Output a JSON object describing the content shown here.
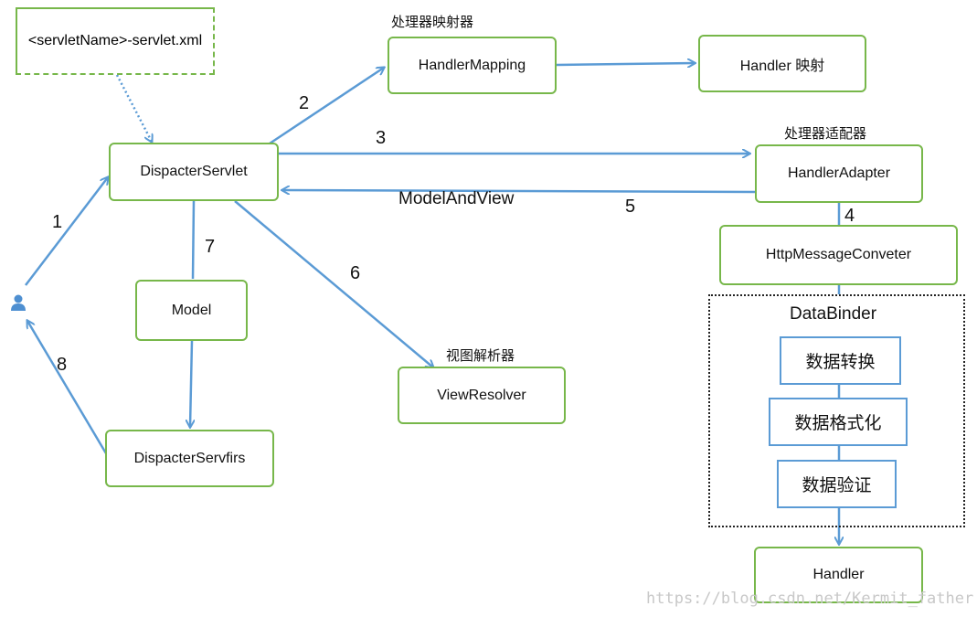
{
  "colors": {
    "box_border": "#77b74a",
    "arrow": "#5b9bd5",
    "dotted_border": "#222222"
  },
  "nodes": {
    "config_file": "<servletName>-servlet.xml",
    "dispatcher_servlet": "DispacterServlet",
    "handler_mapping": "HandlerMapping",
    "handler_mapping_caption": "处理器映射器",
    "handler_map": "Handler 映射",
    "handler_adapter": "HandlerAdapter",
    "handler_adapter_caption": "处理器适配器",
    "http_message_converter": "HttpMessageConveter",
    "model": "Model",
    "dispatcher_servfirs": "DispacterServfirs",
    "view_resolver": "ViewResolver",
    "view_resolver_caption": "视图解析器",
    "handler": "Handler"
  },
  "data_binder": {
    "title": "DataBinder",
    "steps": [
      "数据转换",
      "数据格式化",
      "数据验证"
    ]
  },
  "edge_labels": {
    "step1": "1",
    "step2": "2",
    "step3": "3",
    "step4": "4",
    "step5": "5",
    "step6": "6",
    "step7": "7",
    "step8": "8",
    "model_and_view": "ModelAndView"
  },
  "icons": {
    "user": "user-icon"
  },
  "watermark": "https://blog.csdn.net/Kermit_father"
}
